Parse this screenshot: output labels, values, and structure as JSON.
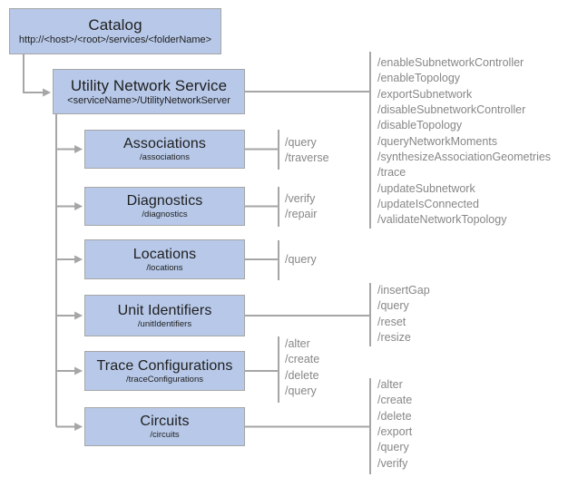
{
  "diagram": {
    "colors": {
      "box_fill": "#b7c8e8",
      "box_border": "#a6a6a6",
      "connector_line": "#a6a6a6",
      "box_text": "#1f1f1f",
      "operation_text": "#878787"
    },
    "catalog": {
      "title": "Catalog",
      "subtitle": "http://<host>/<root>/services/<folderName>"
    },
    "service": {
      "title": "Utility Network Service",
      "subtitle": "<serviceName>/UtilityNetworkServer",
      "operations": [
        "/enableSubnetworkController",
        "/enableTopology",
        "/exportSubnetwork",
        "/disableSubnetworkController",
        "/disableTopology",
        "/queryNetworkMoments",
        "/synthesizeAssociationGeometries",
        "/trace",
        "/updateSubnetwork",
        "/updateIsConnected",
        "/validateNetworkTopology"
      ]
    },
    "resources": [
      {
        "title": "Associations",
        "subtitle": "/associations",
        "operations": [
          "/query",
          "/traverse"
        ]
      },
      {
        "title": "Diagnostics",
        "subtitle": "/diagnostics",
        "operations": [
          "/verify",
          "/repair"
        ]
      },
      {
        "title": "Locations",
        "subtitle": "/locations",
        "operations": [
          "/query"
        ]
      },
      {
        "title": "Unit Identifiers",
        "subtitle": "/unitIdentifiers",
        "operations": [
          "/insertGap",
          "/query",
          "/reset",
          "/resize"
        ]
      },
      {
        "title": "Trace Configurations",
        "subtitle": "/traceConfigurations",
        "operations": [
          "/alter",
          "/create",
          "/delete",
          "/query"
        ]
      },
      {
        "title": "Circuits",
        "subtitle": "/circuits",
        "operations": [
          "/alter",
          "/create",
          "/delete",
          "/export",
          "/query",
          "/verify"
        ]
      }
    ]
  }
}
